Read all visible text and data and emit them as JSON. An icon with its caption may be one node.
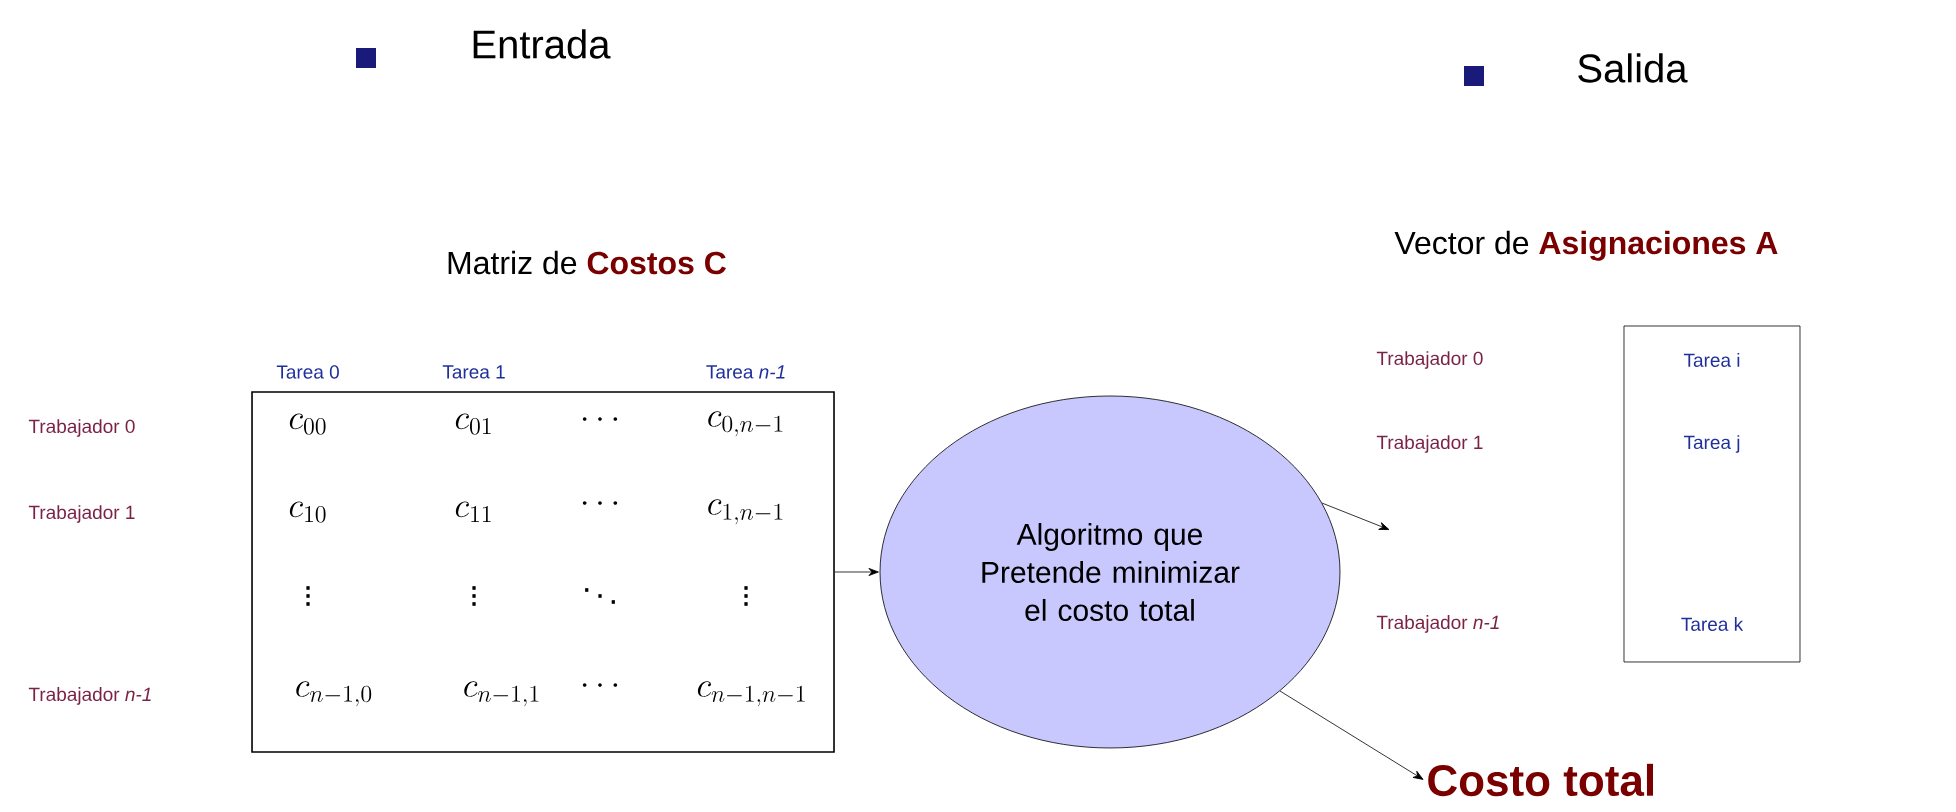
{
  "diagram": {
    "nodes": [
      {
        "text": [
          "Matriz de",
          "Costos C"
        ]
      },
      {
        "text": [
          "Algoritmo que Pretende minimizar el costo total"
        ]
      },
      {
        "text": [
          "Vector de",
          "Asignaciones A"
        ]
      },
      {
        "text": [
          "Costo total"
        ]
      }
    ],
    "edges": [
      {
        "from": 0,
        "to": 1,
        "arrow": "to"
      },
      {
        "from": 1,
        "to": null,
        "arrow": "to"
      },
      {
        "from": 1,
        "to": 3,
        "arrow": "to"
      }
    ],
    "labels": [
      "Entrada",
      "Salida",
      "Tarea 0",
      "Tarea 1",
      "Tarea *n-1*",
      "Trabajador 0",
      "c_{00}",
      "c_{01}",
      "\\cdots",
      "c_{0,n-1}",
      "Trabajador 1",
      "c_{10}",
      "c_{11}",
      "\\cdots",
      "c_{1,n-1}",
      "\\vdots",
      "\\vdots",
      "\\ddots",
      "\\vdots",
      "Trabajador *n-1*",
      "c_{n-1,0}",
      "c_{n-1,1}",
      "\\cdots",
      "c_{n-1,n-1}",
      "Trabajador 0",
      "Tarea i",
      "Trabajador 1",
      "Tarea j",
      "Trabajador *n-1*",
      "Tarea k"
    ]
  }
}
